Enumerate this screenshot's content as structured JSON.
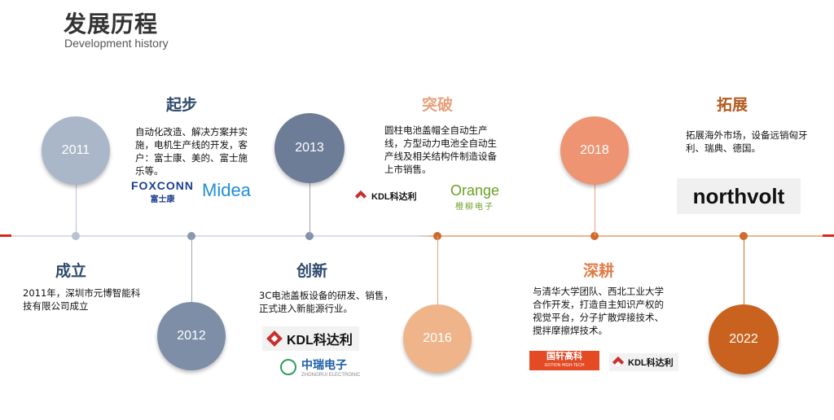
{
  "header": {
    "title": "发展历程",
    "subtitle": "Development history"
  },
  "colors": {
    "line_left": "#cfd6e0",
    "line_right": "#e8b08a",
    "edge_red": "#d9261c"
  },
  "milestones": [
    {
      "year": "2011",
      "stage": "成立",
      "desc": "2011年，深圳市元博智能科技有限公司成立",
      "circle_color": "#a9b7c9",
      "stage_color": "#2e4a6b",
      "logos": []
    },
    {
      "year": "2012",
      "stage": "起步",
      "desc": "自动化改造、解决方案并实施，电机生产线的开发，客户：富士康、美的、富士施乐等。",
      "circle_color": "#7d8ea6",
      "stage_color": "#2e4a6b",
      "logos": [
        {
          "name": "FOXCONN",
          "sub": "富士康"
        },
        {
          "name": "Midea",
          "sub": ""
        }
      ]
    },
    {
      "year": "2013",
      "stage": "创新",
      "desc": "3C电池盖板设备的研发、销售，正式进入新能源行业。",
      "circle_color": "#6d7d97",
      "stage_color": "#2e4a6b",
      "logos": [
        {
          "name": "KDL科达利",
          "sub": ""
        },
        {
          "name": "中瑞电子",
          "sub": "ZHONGRUI ELECTRONIC"
        }
      ]
    },
    {
      "year": "2016",
      "stage": "突破",
      "desc": "圆柱电池盖帽全自动生产线，方型动力电池全自动生产线及相关结构件制造设备上市销售。",
      "circle_color": "#f0b48a",
      "stage_color": "#e8a07a",
      "logos": [
        {
          "name": "KDL科达利",
          "sub": ""
        },
        {
          "name": "Orange",
          "sub": "橙柳电子"
        }
      ]
    },
    {
      "year": "2018",
      "stage": "深耕",
      "desc": "与清华大学团队、西北工业大学合作开发，打造自主知识产权的视觉平台，分子扩散焊接技术、搅拌摩擦焊技术。",
      "circle_color": "#ee9473",
      "stage_color": "#e07a45",
      "logos": [
        {
          "name": "国轩高科",
          "sub": "GOTION HIGH-TECH"
        },
        {
          "name": "KDL科达利",
          "sub": ""
        }
      ]
    },
    {
      "year": "2022",
      "stage": "拓展",
      "desc": "拓展海外市场，设备远销匈牙利、瑞典、德国。",
      "circle_color": "#c9621e",
      "stage_color": "#b35a1e",
      "logos": [
        {
          "name": "northvolt",
          "sub": ""
        }
      ]
    }
  ]
}
